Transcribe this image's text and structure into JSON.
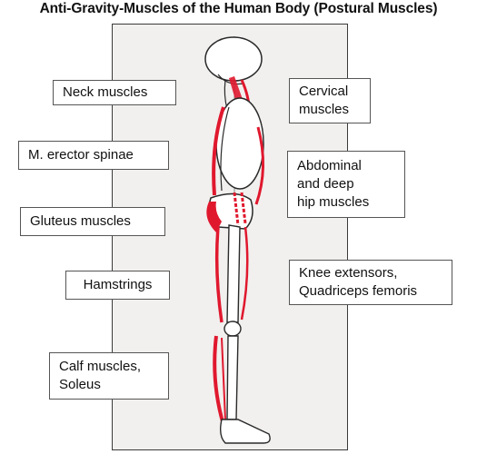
{
  "title": "Anti-Gravity-Muscles of the Human Body (Postural Muscles)",
  "labels": {
    "left": [
      "Neck muscles",
      "M. erector spinae",
      "Gluteus muscles",
      "Hamstrings",
      "Calf muscles,\nSoleus"
    ],
    "right": [
      "Cervical\nmuscles",
      "Abdominal\nand deep\nhip muscles",
      "Knee extensors,\nQuadriceps femoris"
    ]
  },
  "colors": {
    "muscle": "#e0182e",
    "bone": "#ffffff",
    "outline": "#2a2a2a",
    "panel": "#f1f0ee"
  }
}
